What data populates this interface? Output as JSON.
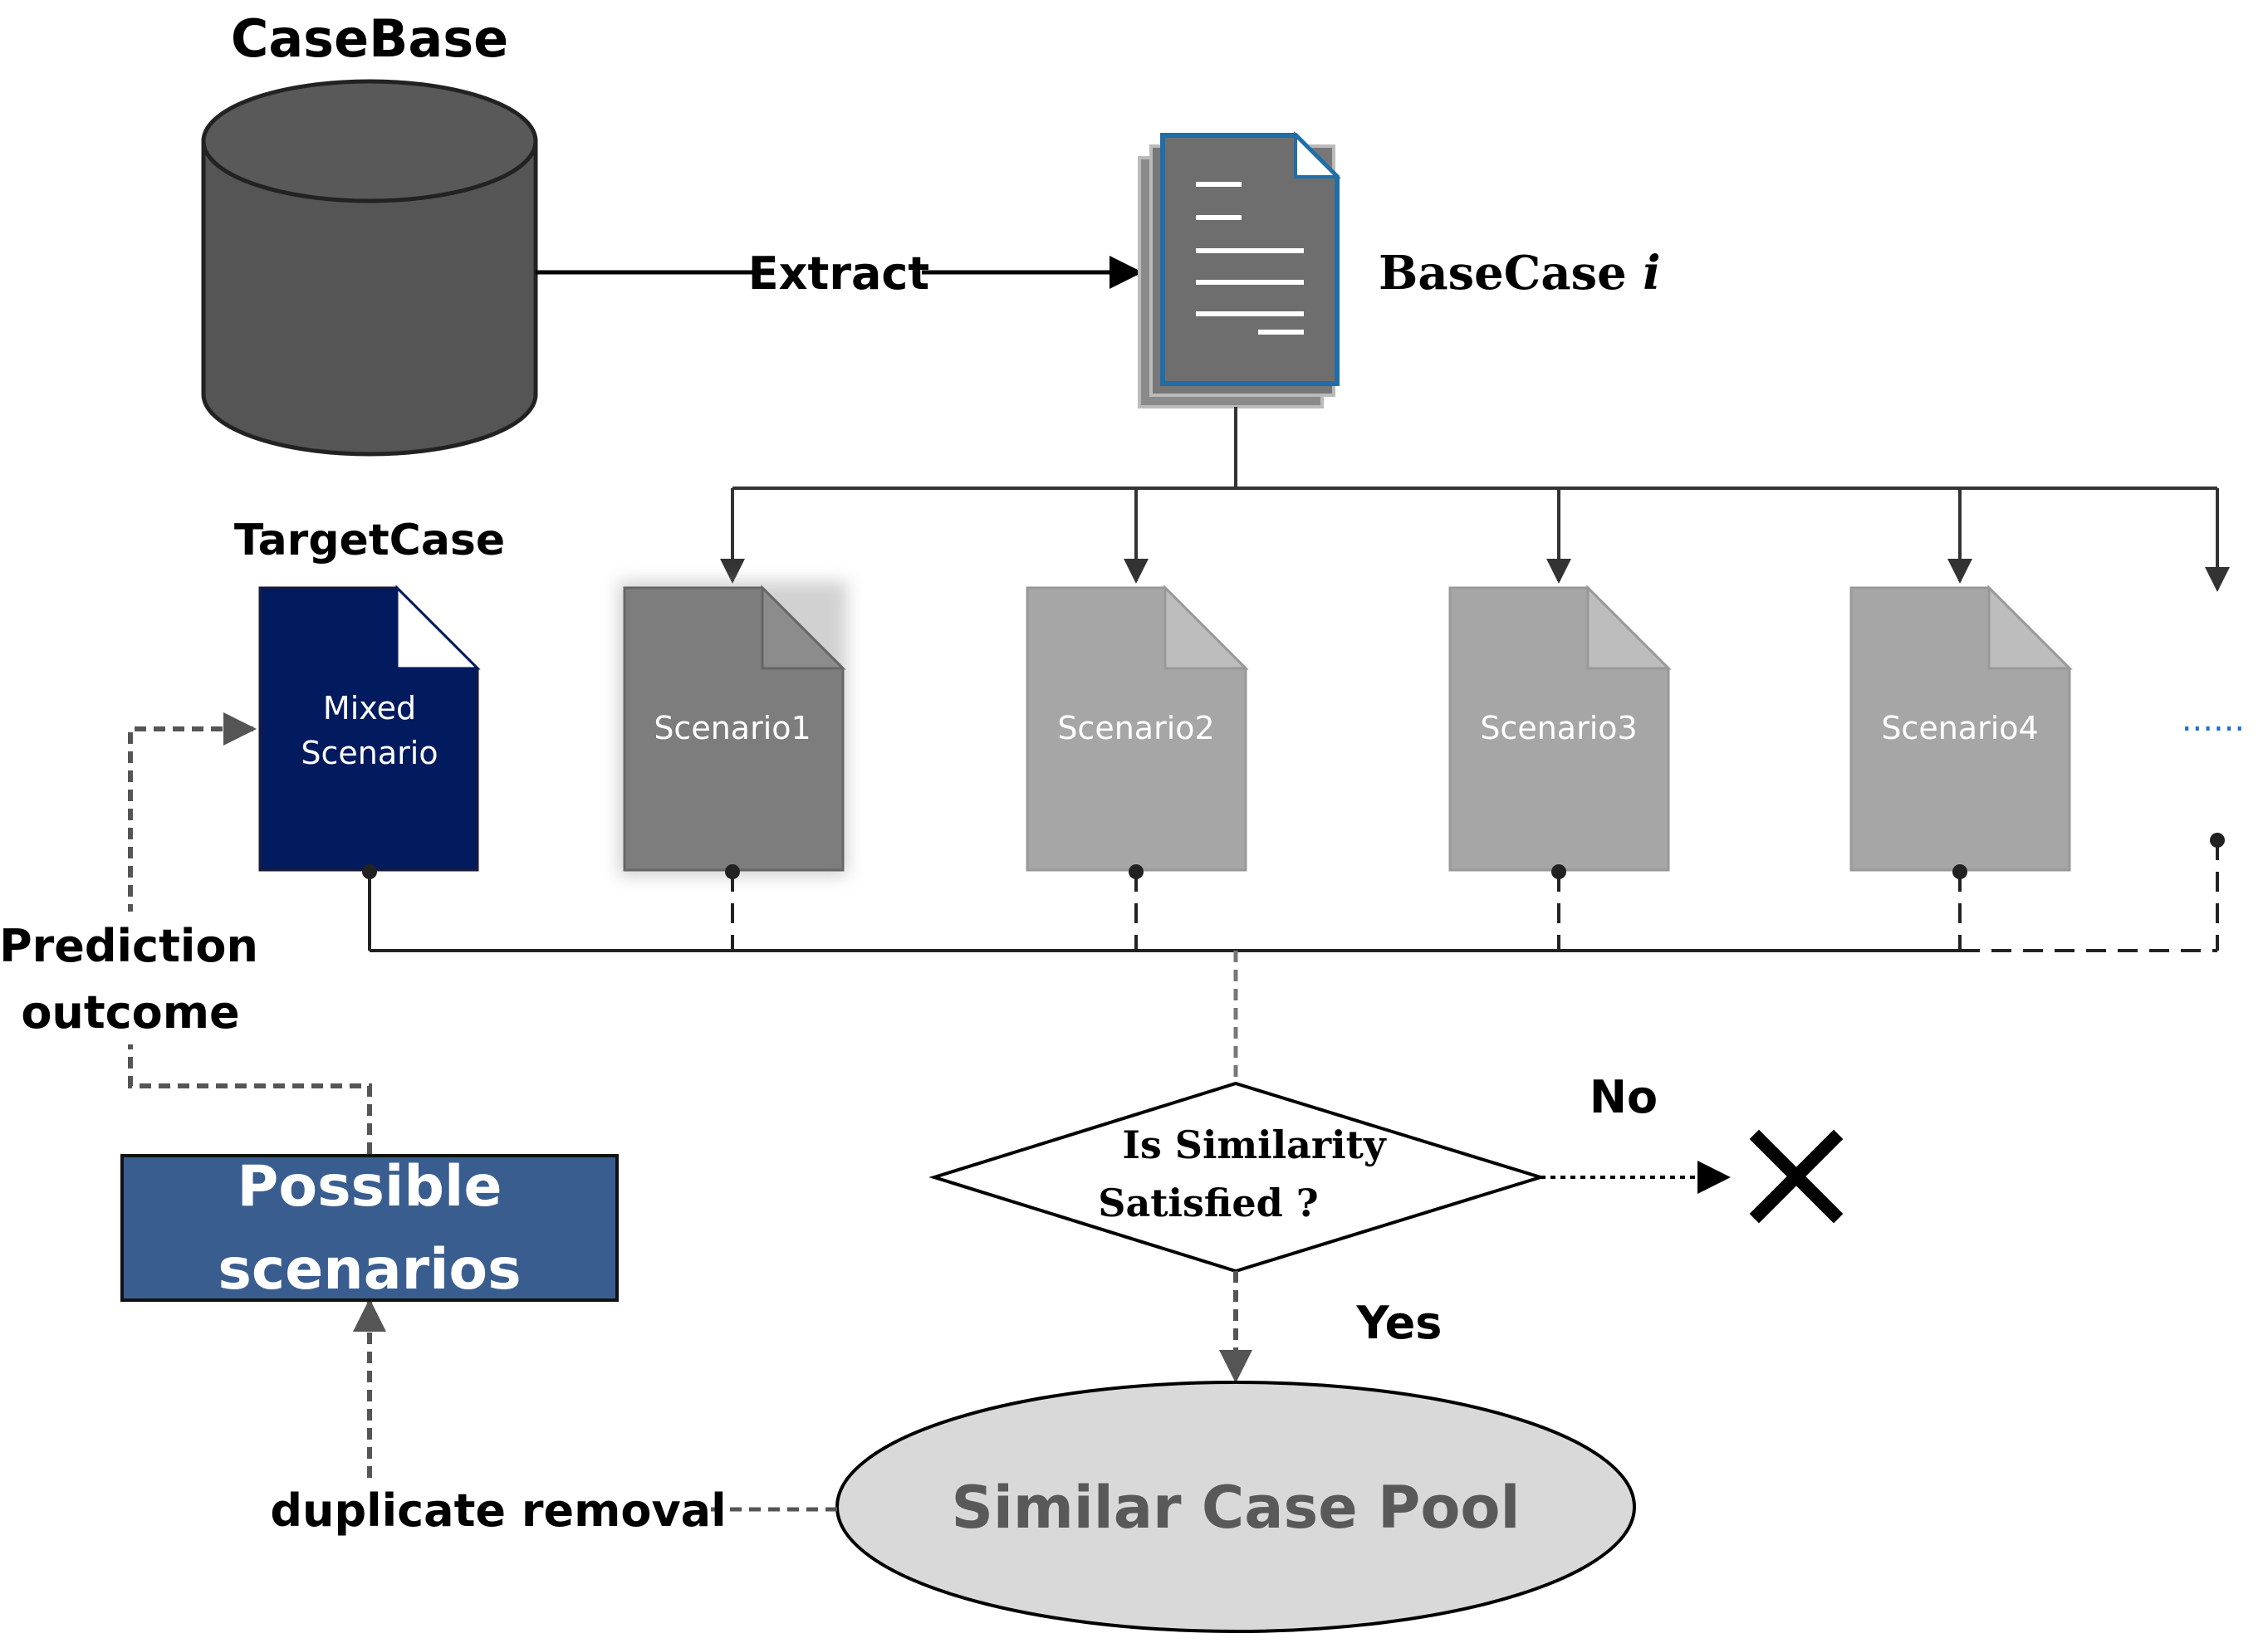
{
  "casebase": {
    "title": "CaseBase"
  },
  "extract": {
    "label": "Extract"
  },
  "basecase": {
    "label": "BaseCase",
    "index": "i"
  },
  "target": {
    "title": "TargetCase",
    "line1": "Mixed",
    "line2": "Scenario",
    "color": "#021a5e"
  },
  "scenarios": [
    {
      "label": "Scenario1",
      "color": "#7d7d7d"
    },
    {
      "label": "Scenario2",
      "color": "#a6a6a6"
    },
    {
      "label": "Scenario3",
      "color": "#a6a6a6"
    },
    {
      "label": "Scenario4",
      "color": "#a6a6a6"
    }
  ],
  "ellipsis": "......",
  "prediction": {
    "line1": "Prediction",
    "line2": "outcome"
  },
  "possible": {
    "line1": "Possible",
    "line2": "scenarios",
    "color": "#3a5d8f"
  },
  "decision": {
    "line1": "Is Similarity",
    "line2": "Satisfied ?"
  },
  "no_label": "No",
  "yes_label": "Yes",
  "reject_icon": "x-mark-icon",
  "pool": {
    "label": "Similar Case Pool",
    "color": "#d9d9d9"
  },
  "dup": {
    "label": "duplicate removal"
  }
}
